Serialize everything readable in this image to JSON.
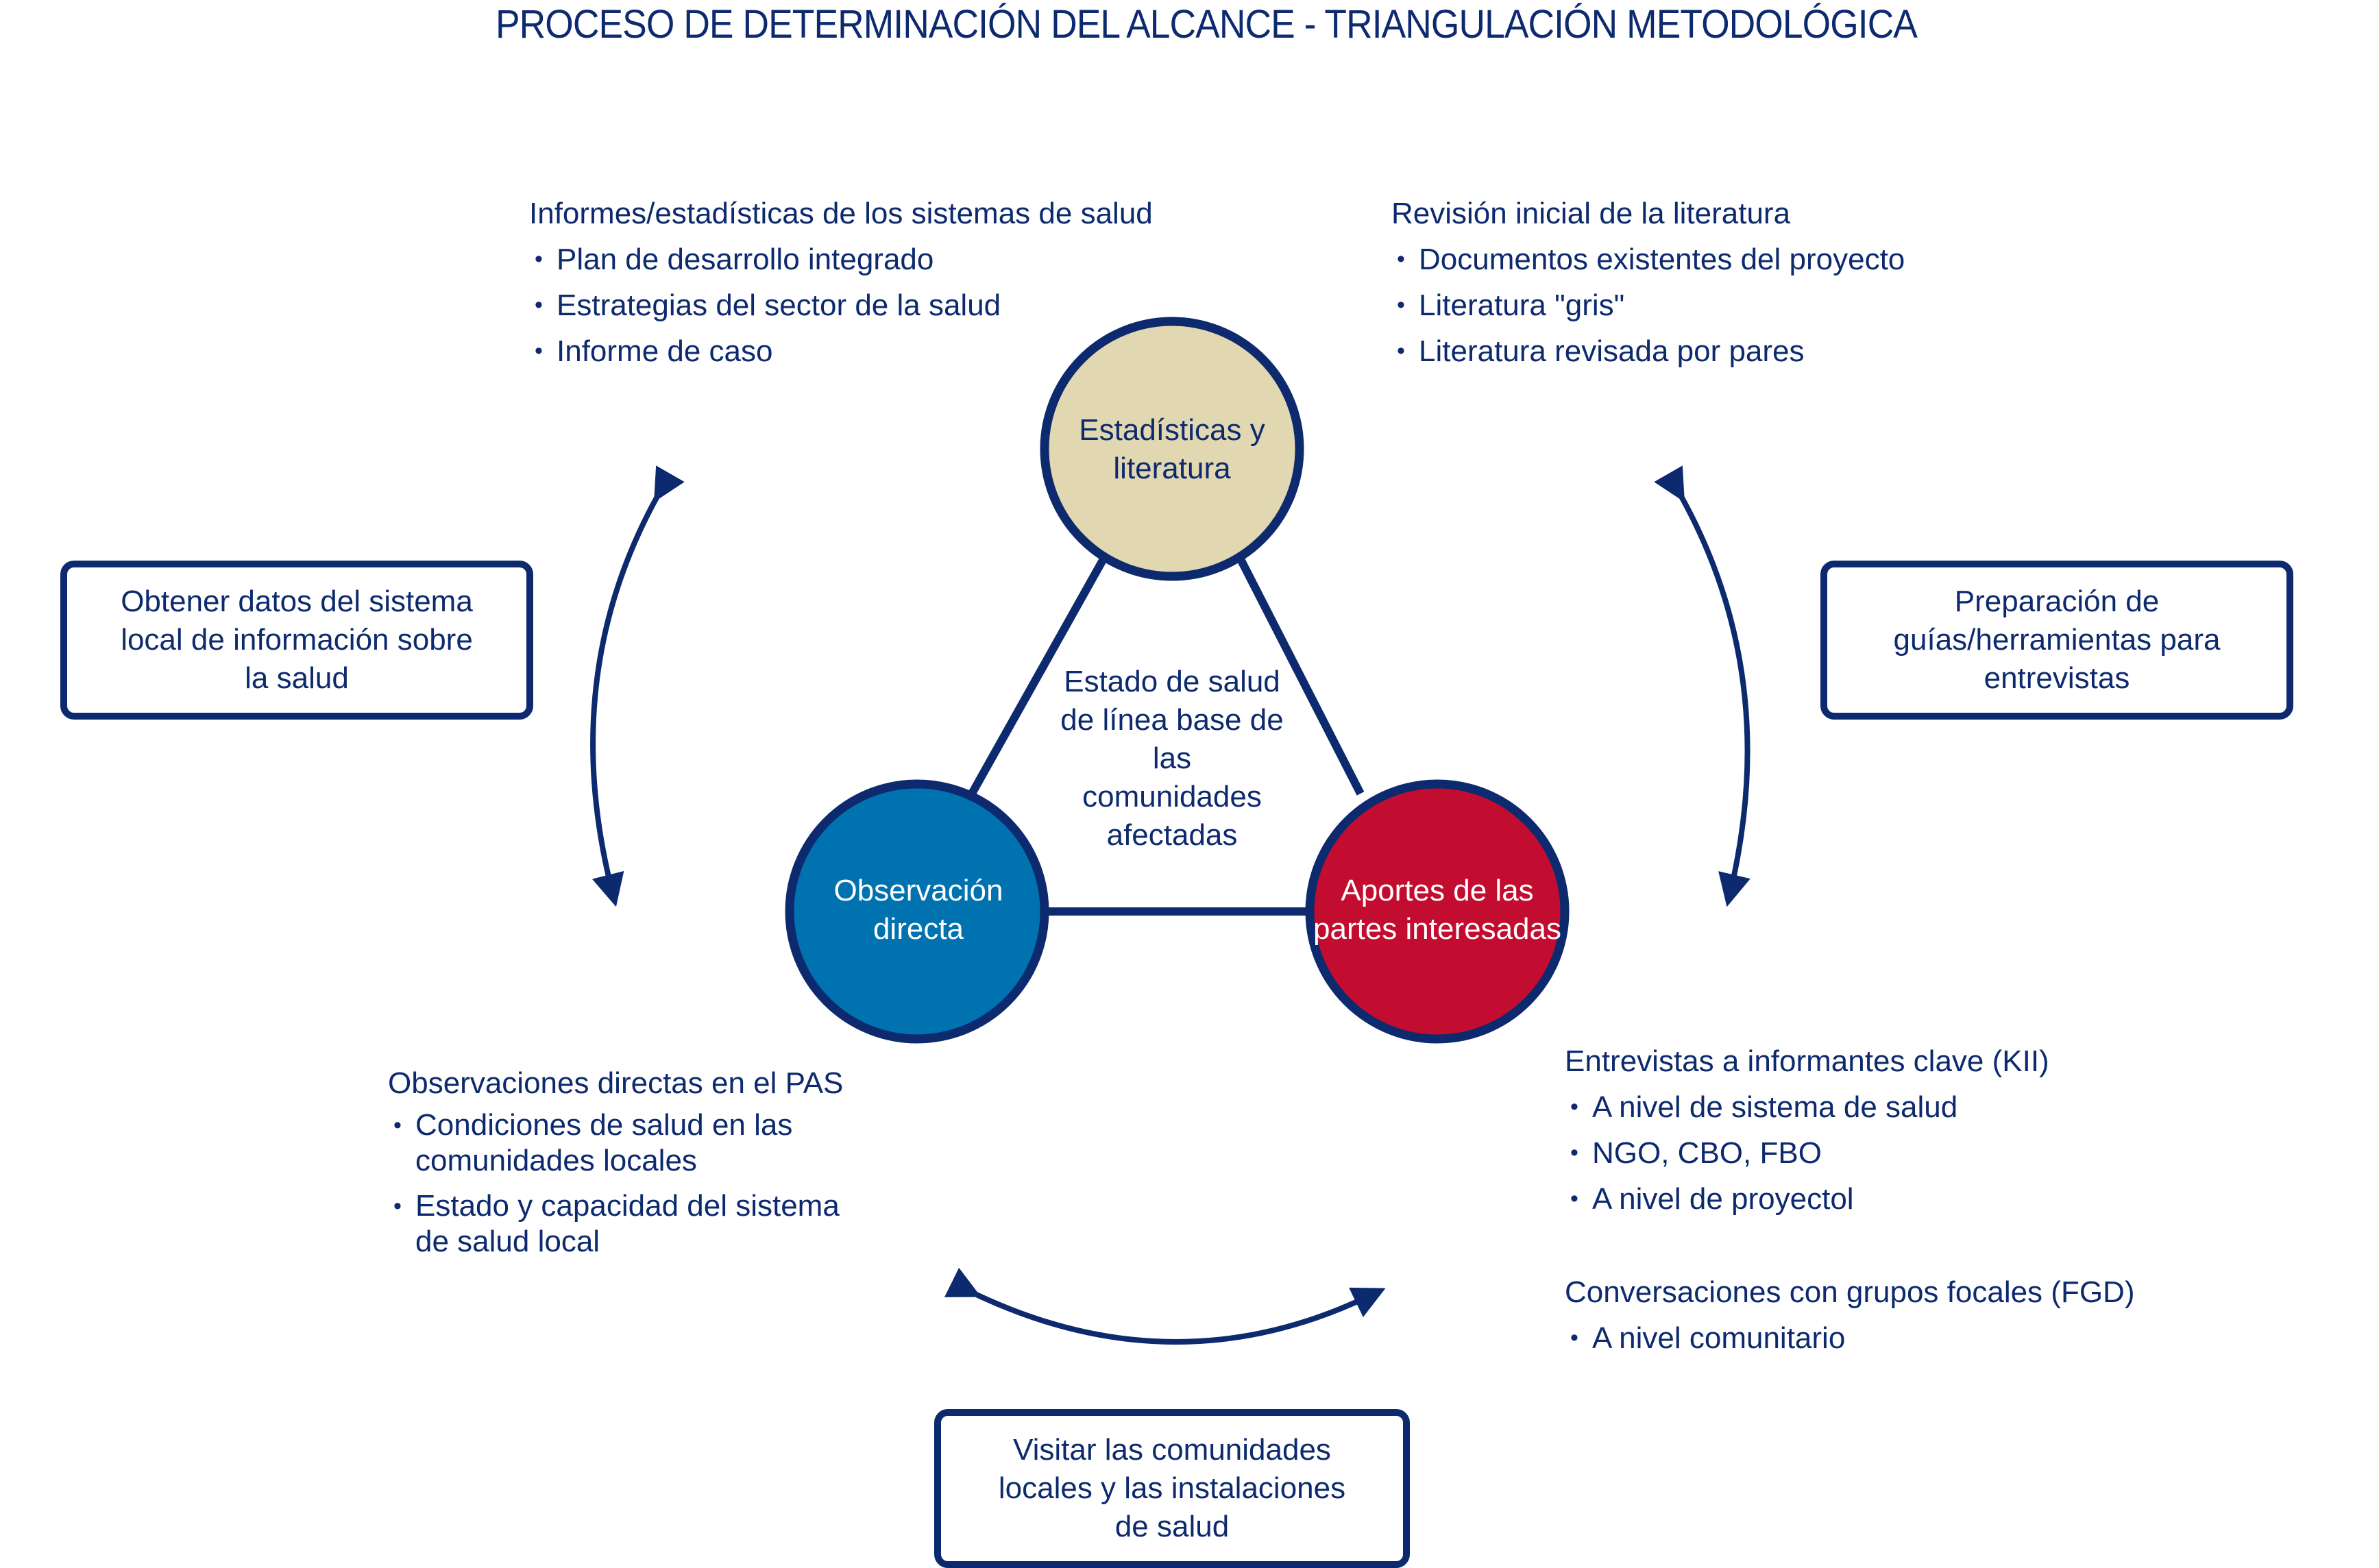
{
  "title": "PROCESO DE DETERMINACIÓN DEL ALCANCE - TRIANGULACIÓN METODOLÓGICA",
  "colors": {
    "navy": "#0d2a6e",
    "tan": "#e1d7b0",
    "blue": "#0072b0",
    "red": "#c30d30",
    "white": "#ffffff"
  },
  "circles": {
    "top": {
      "label_1": "Estadísticas y",
      "label_2": "literatura"
    },
    "left": {
      "label_1": "Observación",
      "label_2": "directa"
    },
    "right": {
      "label_1": "Aportes de las",
      "label_2": "partes interesadas"
    }
  },
  "center": {
    "lines": [
      "Estado de salud",
      "de línea base de",
      "las",
      "comunidades",
      "afectadas"
    ]
  },
  "blocks": {
    "top_left": {
      "heading": "Informes/estadísticas de los sistemas de salud",
      "items": [
        "Plan de desarrollo integrado",
        "Estrategias del sector de la salud",
        "Informe de caso"
      ]
    },
    "top_right": {
      "heading": "Revisión inicial de la literatura",
      "items": [
        "Documentos existentes del proyecto",
        "Literatura \"gris\"",
        "Literatura revisada por pares"
      ]
    },
    "bottom_left": {
      "heading": "Observaciones directas en el PAS",
      "items": [
        "Condiciones de salud en las comunidades locales",
        "Estado y capacidad del sistema de salud local"
      ]
    },
    "bottom_right_kii": {
      "heading": "Entrevistas a informantes clave (KII)",
      "items": [
        "A nivel de sistema de salud",
        "NGO, CBO, FBO",
        "A nivel de proyectol"
      ]
    },
    "bottom_right_fgd": {
      "heading": "Conversaciones con grupos focales (FGD)",
      "items": [
        "A nivel comunitario"
      ]
    }
  },
  "boxes": {
    "left": "Obtener datos del sistema local de información sobre la salud",
    "right": "Preparación de guías/herramientas para entrevistas",
    "bottom": "Visitar las comunidades locales y las instalaciones de salud"
  }
}
